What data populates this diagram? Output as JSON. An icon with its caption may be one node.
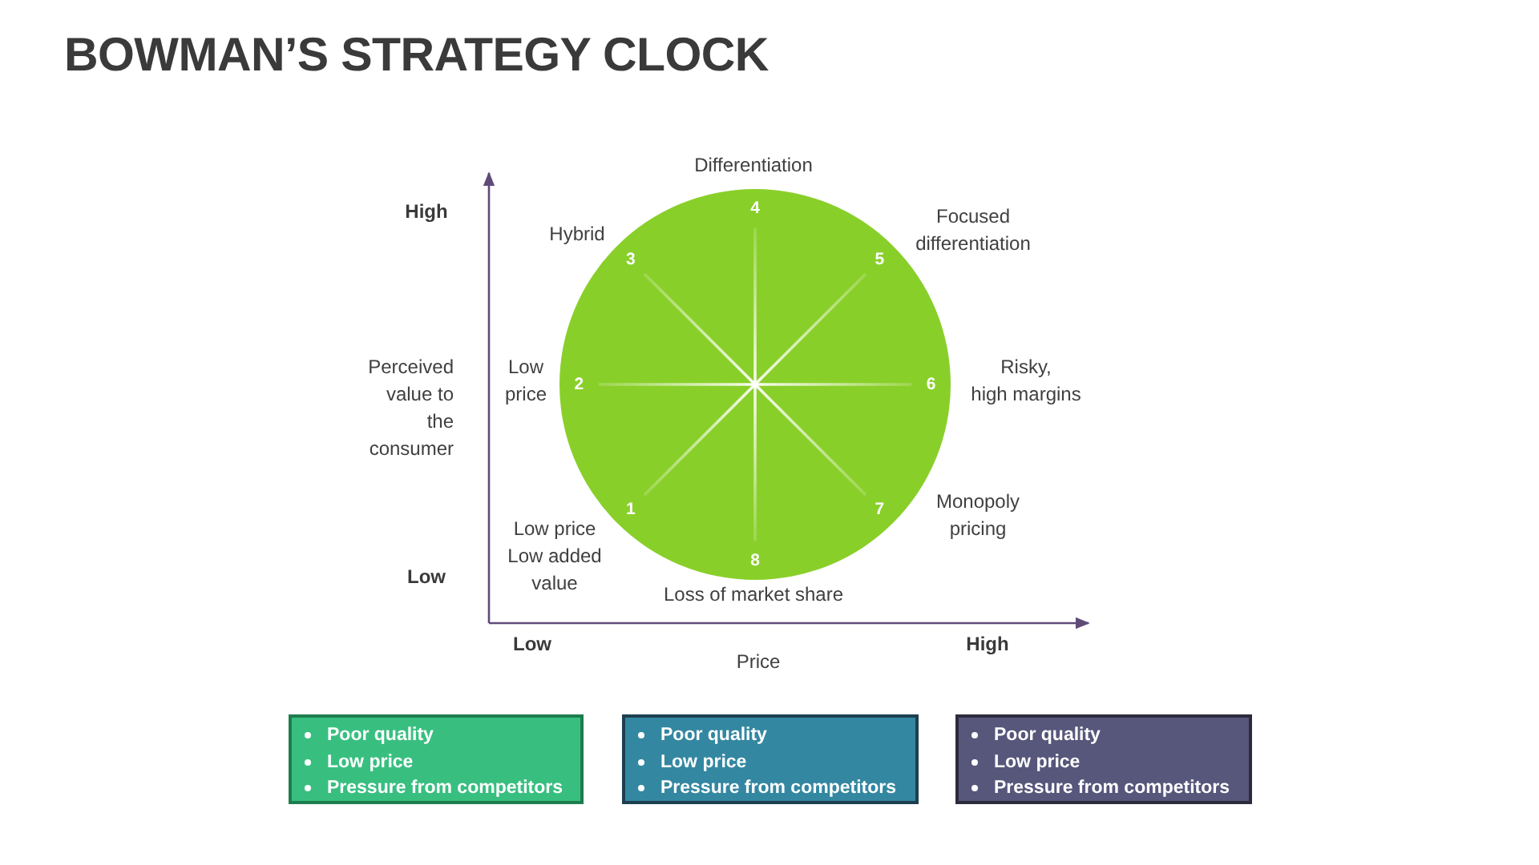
{
  "diagram": {
    "title": "BOWMAN’S STRATEGY CLOCK",
    "nodes": [
      {
        "text": [
          "1",
          "2",
          "3",
          "4",
          "5",
          "6",
          "7",
          "8"
        ]
      },
      {
        "text": [
          "Poor quality",
          "Low price",
          "Pressure from competitors"
        ]
      },
      {
        "text": [
          "Poor quality",
          "Low price",
          "Pressure from competitors"
        ]
      },
      {
        "text": [
          "Poor quality",
          "Low price",
          "Pressure from competitors"
        ]
      }
    ],
    "labels": [
      "Differentiation",
      "High",
      "Hybrid",
      "Focused differentiation",
      "Perceived value to the consumer",
      "Low price",
      "Risky, high margins",
      "Monopoly pricing",
      "Low price",
      "Low added value",
      "Low",
      "Loss of market share",
      "Low",
      "High",
      "Price"
    ]
  }
}
